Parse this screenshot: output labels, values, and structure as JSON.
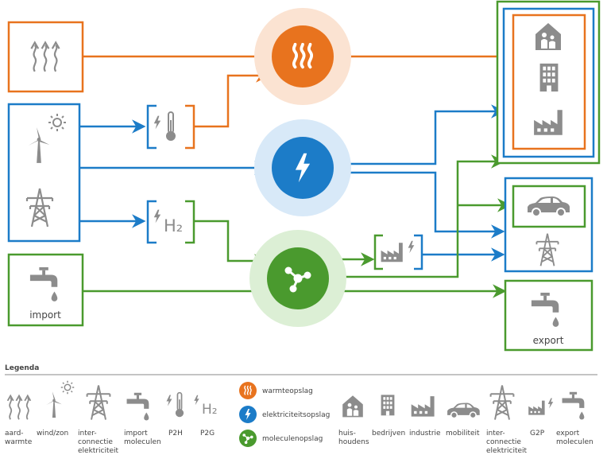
{
  "colors": {
    "heat": "#e8731e",
    "elec": "#1c7cc8",
    "mol": "#4a9a2e",
    "heat_halo": "#fbe3d2",
    "elec_halo": "#d8e9f8",
    "mol_halo": "#dcefd5",
    "icon": "#8c8c8c",
    "text": "#444444"
  },
  "nodes": {
    "import_label": "import",
    "export_label": "export",
    "h2_label": "H₂"
  },
  "legend": {
    "title": "Legenda",
    "storage": [
      {
        "key": "heat",
        "label": "warmteopslag"
      },
      {
        "key": "elec",
        "label": "elektriciteitsopslag"
      },
      {
        "key": "mol",
        "label": "moleculenopslag"
      }
    ],
    "sources": [
      {
        "icon": "geothermal-icon",
        "lines": [
          "aard-",
          "warmte"
        ]
      },
      {
        "icon": "wind-sun-icon",
        "lines": [
          "wind/zon"
        ]
      },
      {
        "icon": "pylon-icon",
        "lines": [
          "inter-",
          "connectie",
          "elektriciteit"
        ]
      },
      {
        "icon": "tap-icon",
        "lines": [
          "import",
          "moleculen"
        ]
      },
      {
        "icon": "p2h-icon",
        "lines": [
          "P2H"
        ]
      },
      {
        "icon": "p2g-icon",
        "lines": [
          "P2G"
        ]
      }
    ],
    "sinks": [
      {
        "icon": "house-icon",
        "lines": [
          "huis-",
          "houdens"
        ]
      },
      {
        "icon": "office-icon",
        "lines": [
          "bedrijven"
        ]
      },
      {
        "icon": "factory-icon",
        "lines": [
          "industrie"
        ]
      },
      {
        "icon": "car-icon",
        "lines": [
          "mobiliteit"
        ]
      },
      {
        "icon": "pylon-icon",
        "lines": [
          "inter-",
          "connectie",
          "elektriciteit"
        ]
      },
      {
        "icon": "g2p-icon",
        "lines": [
          "G2P"
        ]
      },
      {
        "icon": "tap-icon",
        "lines": [
          "export",
          "moleculen"
        ]
      }
    ]
  }
}
